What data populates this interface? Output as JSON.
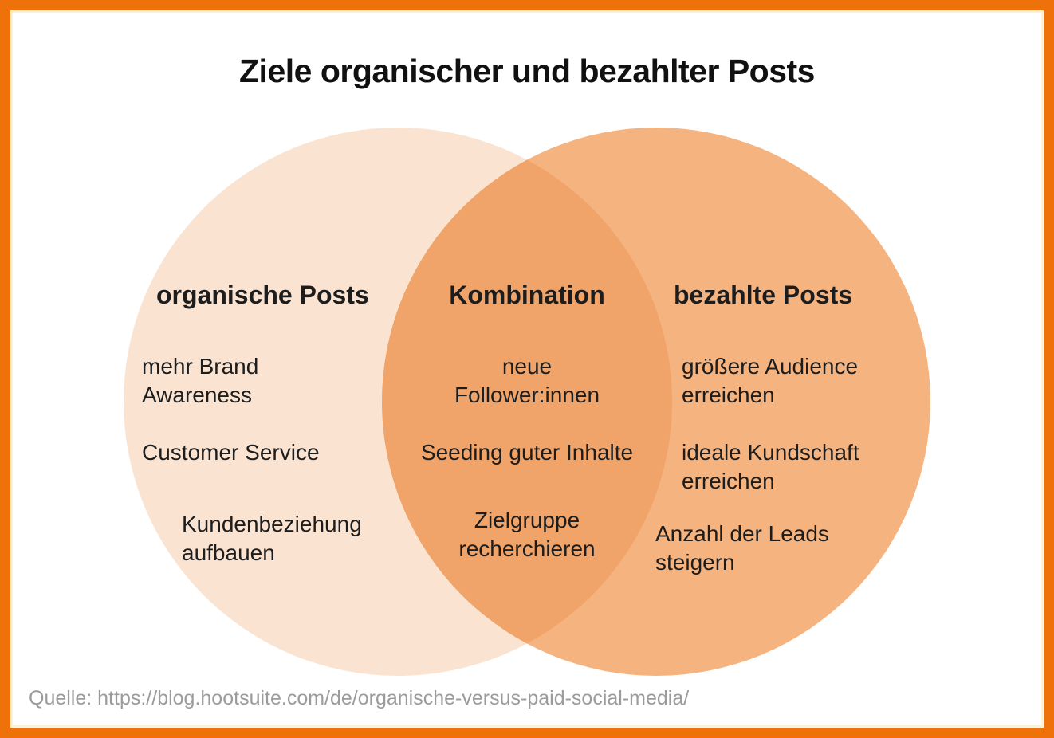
{
  "title": "Ziele organischer und bezahlter Posts",
  "frame": {
    "border_color": "#EE7109",
    "inner_line_color": "#FBF2DC"
  },
  "venn": {
    "left": {
      "label": "organische Posts",
      "color": "#FAE4D1",
      "items": [
        "mehr Brand\nAwareness",
        "Customer Service",
        "Kundenbeziehung\naufbauen"
      ]
    },
    "middle": {
      "label": "Kombination",
      "color": "#F0A469",
      "items": [
        "neue\nFollower:innen",
        "Seeding guter Inhalte",
        "Zielgruppe\nrecherchieren"
      ]
    },
    "right": {
      "label": "bezahlte Posts",
      "color": "#F5B37F",
      "items": [
        "größere Audience\nerreichen",
        "ideale Kundschaft\nerreichen",
        "Anzahl der Leads\nsteigern"
      ]
    }
  },
  "footer": {
    "source_label": "Quelle: https://blog.hootsuite.com/de/organische-versus-paid-social-media/"
  }
}
